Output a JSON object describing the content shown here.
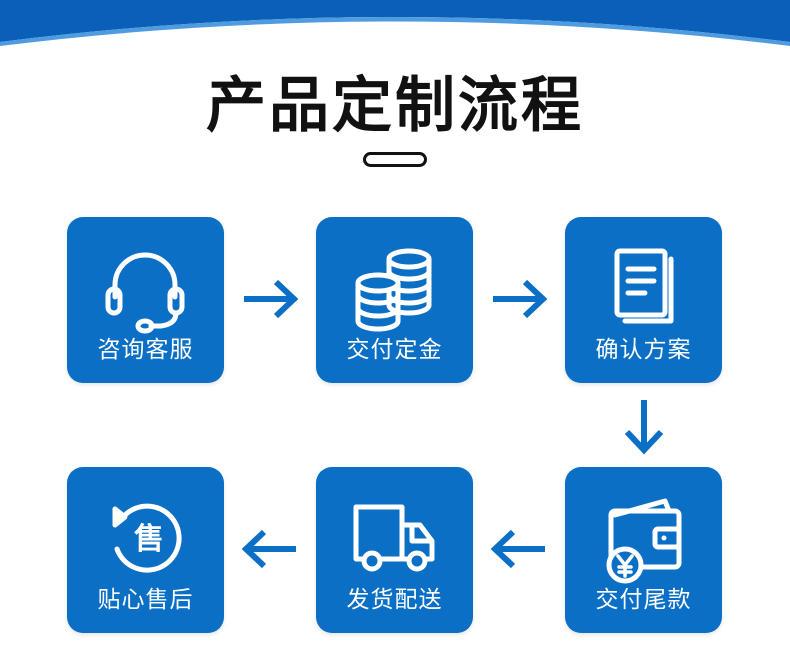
{
  "title": "产品定制流程",
  "colors": {
    "primary": "#0a6fc5",
    "card_text": "#ffffff",
    "title": "#111111"
  },
  "steps": [
    {
      "label": "咨询客服",
      "icon": "headset-icon"
    },
    {
      "label": "交付定金",
      "icon": "coins-icon"
    },
    {
      "label": "确认方案",
      "icon": "document-icon"
    },
    {
      "label": "交付尾款",
      "icon": "wallet-yen-icon"
    },
    {
      "label": "发货配送",
      "icon": "delivery-truck-icon"
    },
    {
      "label": "贴心售后",
      "icon": "after-sales-icon",
      "icon_text": "售"
    }
  ],
  "flow_arrows": [
    "right",
    "right",
    "down",
    "left",
    "left"
  ]
}
